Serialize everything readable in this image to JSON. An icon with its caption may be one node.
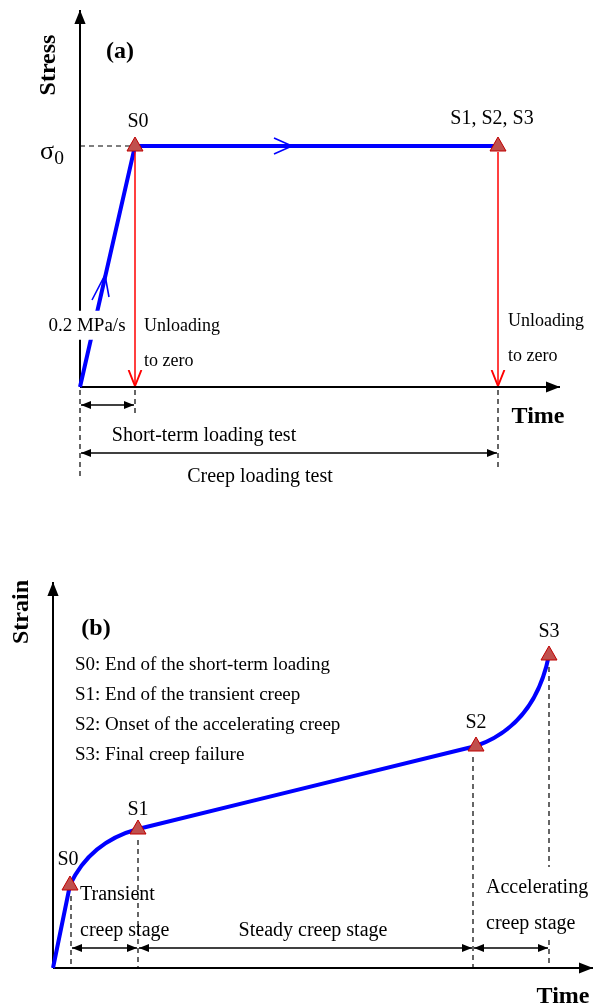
{
  "diagram": {
    "labels": [
      "Stress",
      "(a)",
      "S0",
      "S1, S2, S3",
      "σ$_{0}$",
      "0.2 MPa/s",
      "Unloading to zero",
      "Unloading to zero",
      "Time",
      "Short-term loading test",
      "Creep loading test",
      "Strain",
      "(b)",
      "S0: End of the short-term loading",
      "S1: End of the transient creep",
      "S2: Onset of the accelerating creep",
      "S3: Final creep failure",
      "S3",
      "S2",
      "S1",
      "S0",
      "Transient creep stage",
      "Accelerating creep stage",
      "Steady creep stage",
      "Time"
    ]
  }
}
